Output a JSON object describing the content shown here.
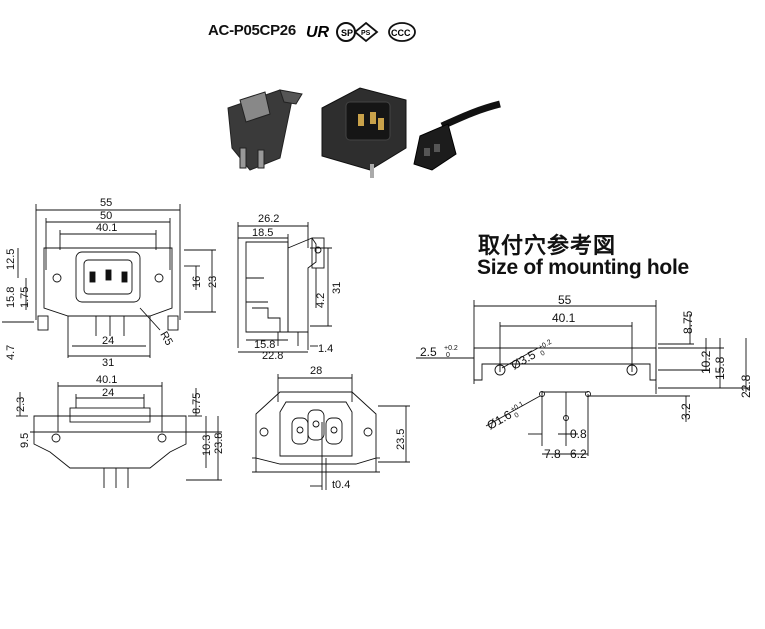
{
  "header": {
    "model": "AC-P05CP26",
    "certifications": [
      "UR",
      "CSA",
      "PSE",
      "CCC"
    ]
  },
  "mounting_hole": {
    "title_cn": "取付穴参考図",
    "title_en": "Size of mounting hole",
    "dims": [
      "55",
      "40.1",
      "8.75",
      "2.5",
      "+0.2",
      "0",
      "Ø3.5",
      "+0.2",
      "0",
      "10.2",
      "15.8",
      "22.8",
      "Ø1.6",
      "+0.1",
      "0",
      "3.2",
      "0.8",
      "7.8",
      "6.2"
    ]
  },
  "front_view": {
    "dims": [
      "55",
      "50",
      "40.1",
      "12.5",
      "15.8",
      "1.75",
      "16",
      "23",
      "4.7",
      "24",
      "31",
      "R5"
    ]
  },
  "side_view": {
    "dims": [
      "26.2",
      "18.5",
      "4.2",
      "31",
      "15.8",
      "22.8",
      "1.4"
    ]
  },
  "top_view": {
    "dims": [
      "40.1",
      "24",
      "2.3",
      "8.75",
      "9.5",
      "10.3",
      "23.8"
    ]
  },
  "back_view": {
    "dims": [
      "28",
      "23.5",
      "t0.4"
    ]
  }
}
